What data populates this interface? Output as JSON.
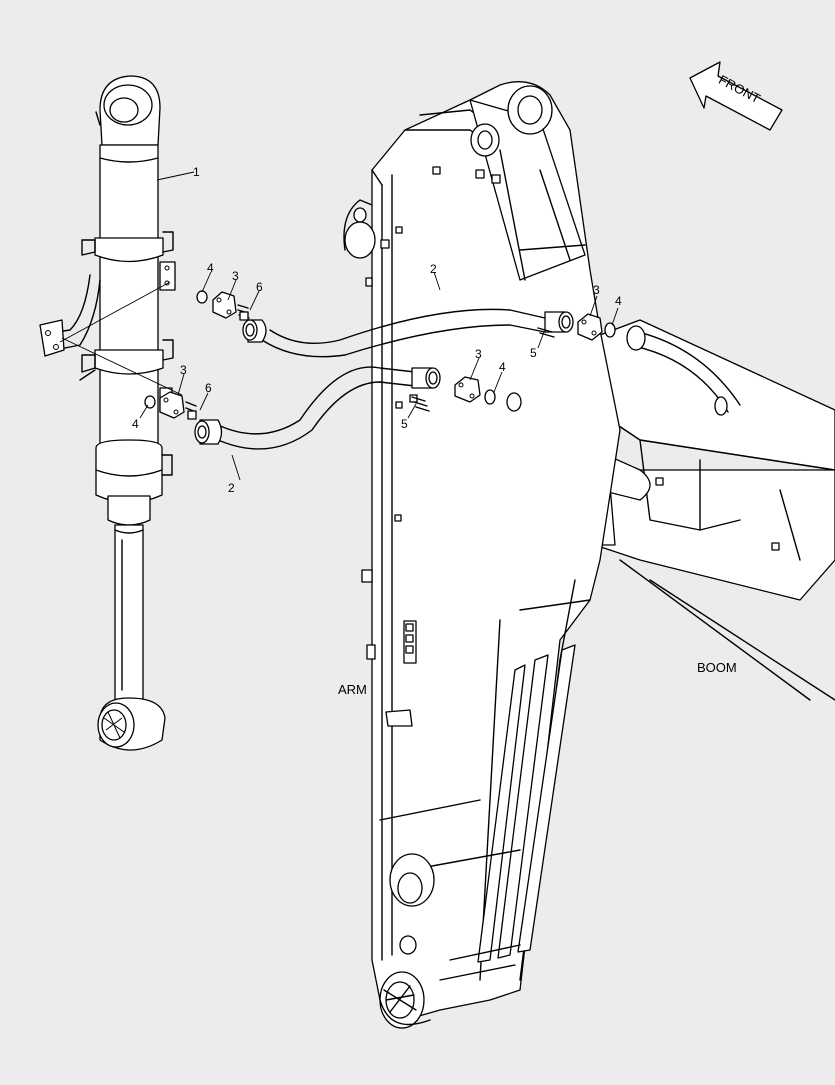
{
  "labels": {
    "front": "FRONT",
    "arm": "ARM",
    "boom": "BOOM"
  },
  "callouts": {
    "c1": "1",
    "c2_upper": "2",
    "c2_lower": "2",
    "c3_left_upper": "3",
    "c3_left_lower": "3",
    "c3_mid": "3",
    "c3_right": "3",
    "c4_left_upper": "4",
    "c4_left_lower": "4",
    "c4_mid": "4",
    "c4_right": "4",
    "c5_mid": "5",
    "c5_right": "5",
    "c6_upper": "6",
    "c6_lower": "6"
  },
  "colors": {
    "background": "#ececec",
    "line": "#000000",
    "fill": "#ffffff"
  }
}
